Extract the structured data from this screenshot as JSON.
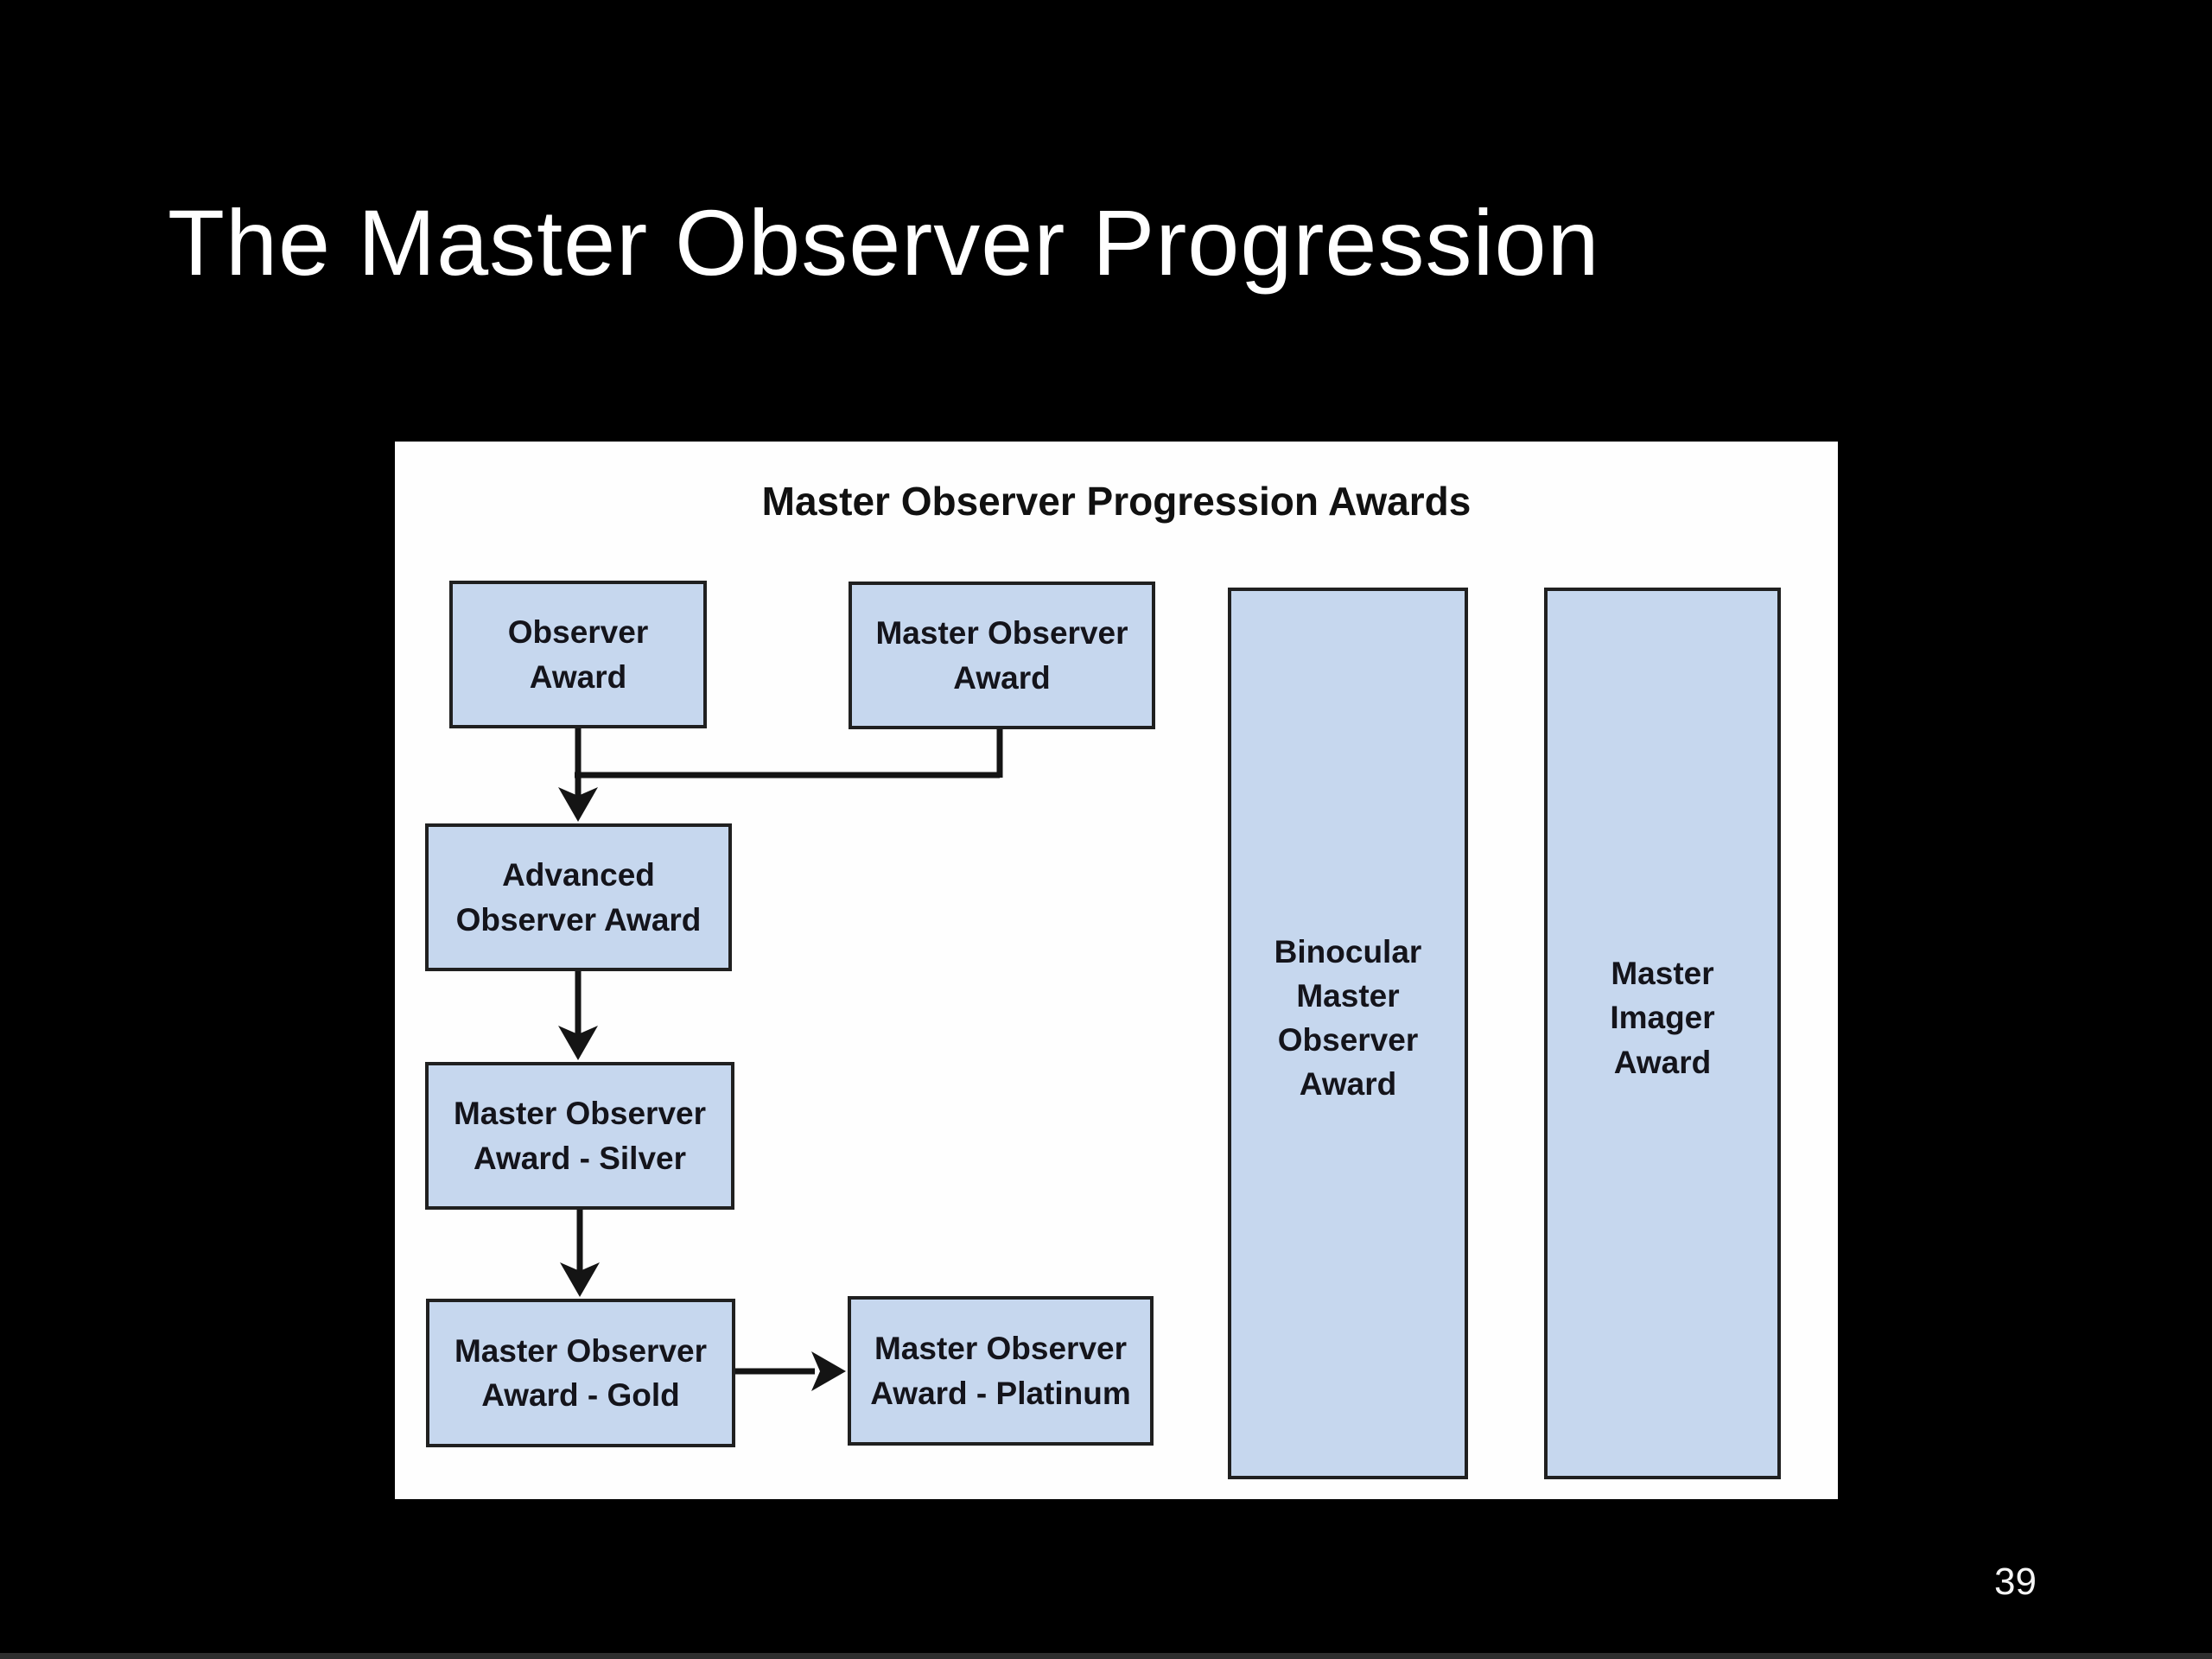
{
  "slide": {
    "title": "The Master Observer Progression",
    "page_number": "39"
  },
  "diagram": {
    "title": "Master Observer Progression Awards",
    "boxes": [
      {
        "id": "observer",
        "label": "Observer\nAward"
      },
      {
        "id": "master_observer",
        "label": "Master Observer\nAward"
      },
      {
        "id": "advanced",
        "label": "Advanced\nObserver Award"
      },
      {
        "id": "silver",
        "label": "Master Observer\nAward - Silver"
      },
      {
        "id": "gold",
        "label": "Master Observer\nAward - Gold"
      },
      {
        "id": "platinum",
        "label": "Master Observer\nAward - Platinum"
      },
      {
        "id": "binocular",
        "label": "Binocular\nMaster\nObserver\nAward"
      },
      {
        "id": "imager",
        "label": "Master\nImager\nAward"
      }
    ],
    "connections": [
      {
        "from": "observer",
        "to": "advanced",
        "type": "arrow"
      },
      {
        "from": "master_observer",
        "to": "advanced",
        "type": "merge-into-arrow"
      },
      {
        "from": "advanced",
        "to": "silver",
        "type": "arrow"
      },
      {
        "from": "silver",
        "to": "gold",
        "type": "arrow"
      },
      {
        "from": "gold",
        "to": "platinum",
        "type": "arrow"
      }
    ],
    "colors": {
      "slide_background": "#000000",
      "title_text": "#ffffff",
      "panel_background": "#fefefe",
      "box_fill": "#c6d7ee",
      "box_border": "#202020",
      "box_text": "#14141b",
      "connector": "#141414"
    }
  }
}
